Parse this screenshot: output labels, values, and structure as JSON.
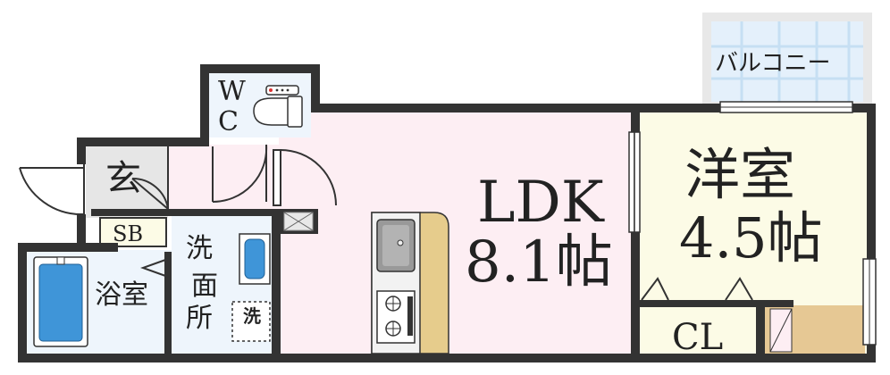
{
  "rooms": {
    "wc": {
      "line1": "W",
      "line2": "C"
    },
    "balcony": {
      "label": "バルコニー"
    },
    "western": {
      "name": "洋室",
      "size": "4.5帖"
    },
    "ldk": {
      "name": "LDK",
      "size": "8.1帖"
    },
    "entrance": {
      "label": "玄"
    },
    "shoe_box": {
      "label": "SB"
    },
    "bathroom": {
      "label": "浴室"
    },
    "washroom": {
      "line1": "洗",
      "line2": "面",
      "line3": "所"
    },
    "washer_pan": {
      "label": "洗"
    },
    "closet": {
      "label": "CL"
    }
  },
  "colors": {
    "wall": "#333333",
    "ldk_floor": "#fdeef3",
    "western_floor": "#fcfbe6",
    "wet_area_floor": "#eef5fc",
    "entrance_floor": "#e6e6e6",
    "balcony_grid": "#c6dff3",
    "counter": "#e6cc8c"
  }
}
